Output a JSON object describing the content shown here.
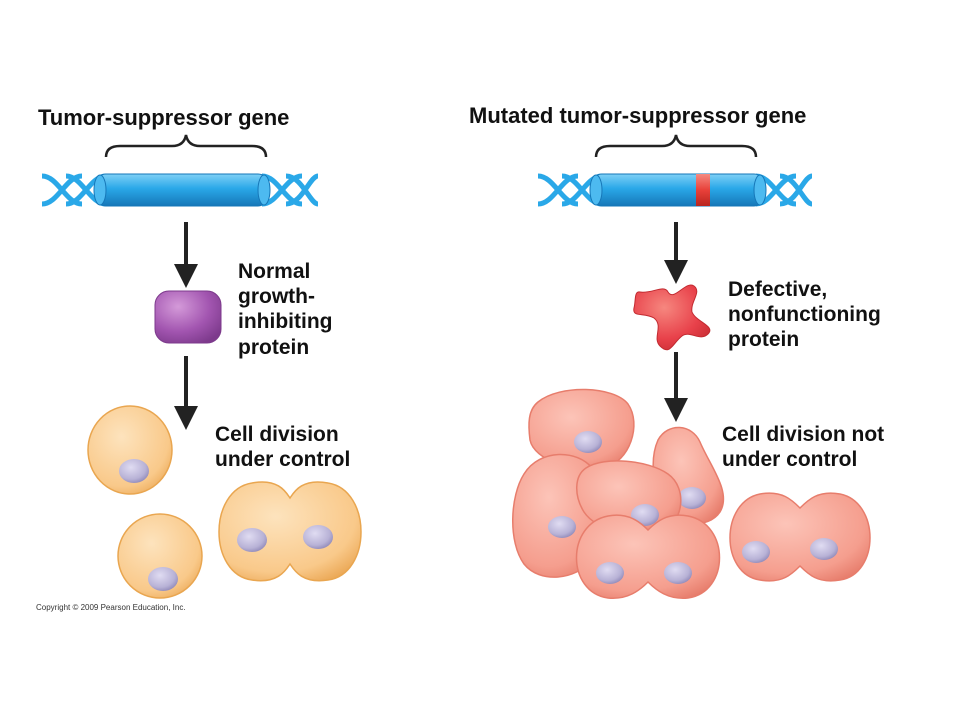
{
  "left_panel": {
    "gene_label": "Tumor-suppressor gene",
    "protein_label": "Normal\ngrowth-\ninhibiting\nprotein",
    "division_label": "Cell division\nunder control"
  },
  "right_panel": {
    "gene_label": "Mutated tumor-suppressor gene",
    "protein_label": "Defective,\nnonfunctioning\nprotein",
    "division_label": "Cell division not\nunder control"
  },
  "copyright": "Copyright © 2009 Pearson Education, Inc.",
  "colors": {
    "gene_blue": "#2aa8e8",
    "mutation_red": "#e8413a",
    "normal_protein": "#a255b0",
    "defective_protein": "#e8414a",
    "normal_cell": "#f9c98a",
    "abnormal_cell": "#f59e8e",
    "nucleus": "#b8b2d6",
    "arrow": "#222222"
  },
  "icons": {
    "gene": "dna-double-helix",
    "normal_protein": "rounded-square-protein",
    "defective_protein": "irregular-star-protein",
    "cells": "cell-with-nucleus"
  }
}
